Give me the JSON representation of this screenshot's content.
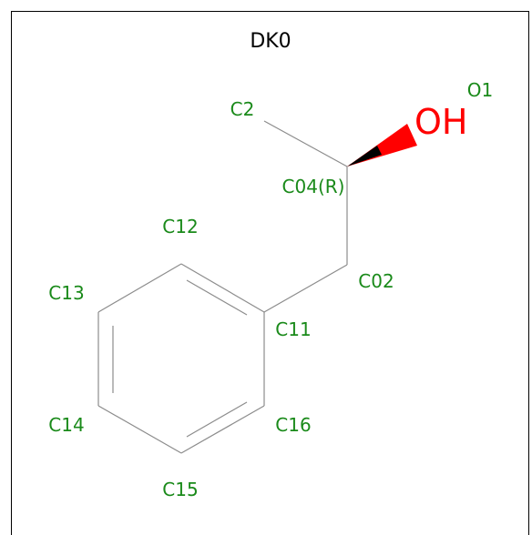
{
  "title": "DK0",
  "hydroxyl_label": "OH",
  "atoms": {
    "o1": "O1",
    "c2": "C2",
    "c04": "C04(R)",
    "c12": "C12",
    "c02": "C02",
    "c13": "C13",
    "c11": "C11",
    "c14": "C14",
    "c16": "C16",
    "c15": "C15"
  },
  "colors": {
    "atom_label": "#1a8a1a",
    "oxygen": "#ff0000",
    "bond": "#8c8c8c",
    "frame": "#000000",
    "title": "#000000"
  }
}
